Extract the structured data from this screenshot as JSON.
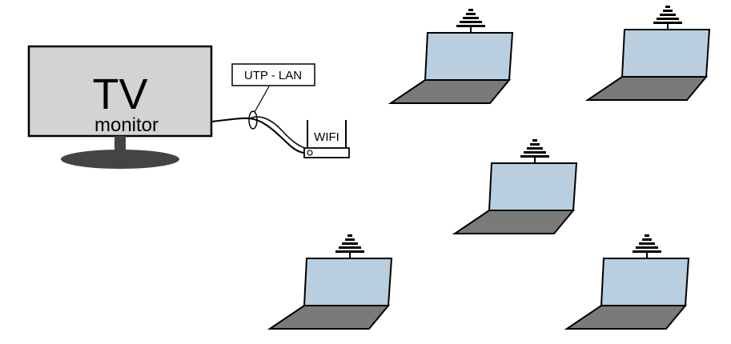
{
  "tv": {
    "title": "TV",
    "subtitle": "monitor",
    "screen_color": "#d3d3d3",
    "stand_color": "#444444"
  },
  "cable": {
    "label": "UTP - LAN"
  },
  "router": {
    "label": "WIFI"
  },
  "laptops": [
    {
      "id": "laptop-1"
    },
    {
      "id": "laptop-2"
    },
    {
      "id": "laptop-3"
    },
    {
      "id": "laptop-4"
    },
    {
      "id": "laptop-5"
    }
  ],
  "colors": {
    "laptop_screen": "#b9cfdf",
    "laptop_base": "#7a7a7a",
    "outline": "#000000"
  }
}
